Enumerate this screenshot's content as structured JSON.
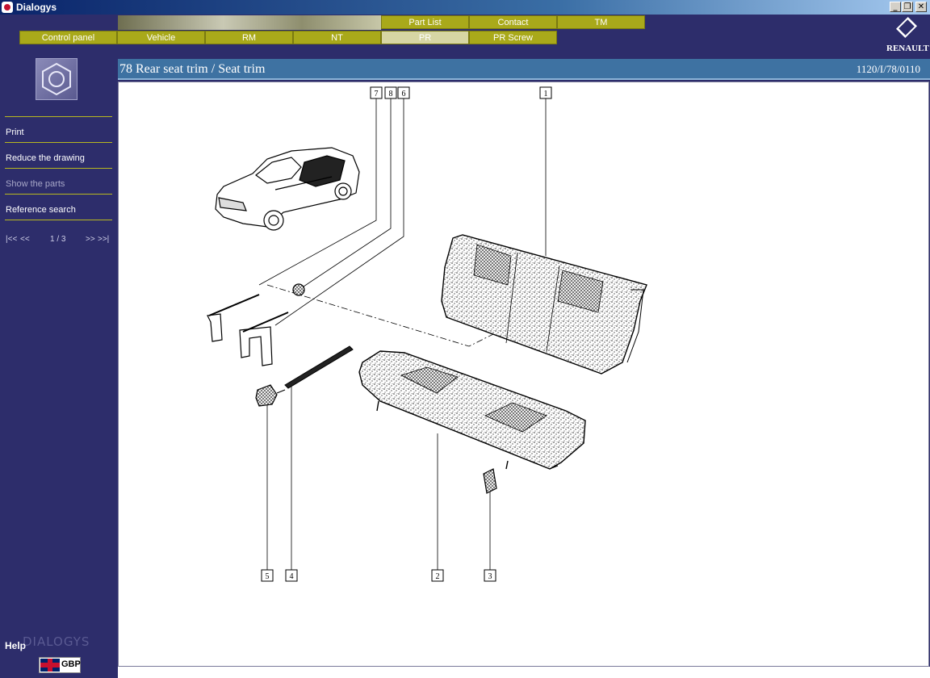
{
  "window": {
    "title": "Dialogys",
    "minimize": "_",
    "restore": "❐",
    "close": "✕"
  },
  "tabs_top": [
    {
      "label": "Part List"
    },
    {
      "label": "Contact"
    },
    {
      "label": "TM"
    }
  ],
  "tabs_bottom": [
    {
      "label": "Control panel"
    },
    {
      "label": "Vehicle"
    },
    {
      "label": "RM"
    },
    {
      "label": "NT"
    },
    {
      "label": "PR",
      "active": true
    },
    {
      "label": "PR Screw"
    }
  ],
  "brand": {
    "name": "RENAULT"
  },
  "sidebar": {
    "items": [
      {
        "label": "Print"
      },
      {
        "label": "Reduce the drawing"
      },
      {
        "label": "Show the parts",
        "disabled": true
      },
      {
        "label": "Reference search"
      }
    ],
    "pager": {
      "first": "|<<",
      "prev": "<<",
      "page": "1 / 3",
      "next": ">>",
      "last": ">>|"
    },
    "help": "Help",
    "watermark": "DIALOGYS",
    "currency": "GBP"
  },
  "header": {
    "title": "78 Rear seat trim / Seat trim",
    "ref": "1120/I/78/0110"
  },
  "callouts": [
    "7",
    "8",
    "6",
    "1",
    "5",
    "4",
    "2",
    "3"
  ],
  "colors": {
    "sidebar": "#2d2d6b",
    "tab": "#a9a91a",
    "tab_active": "#d7d6a4",
    "header": "#3e72a2"
  },
  "icons": {
    "nut": "hex-nut-icon",
    "flag": "uk-flag-icon",
    "logo": "renault-diamond-icon"
  }
}
